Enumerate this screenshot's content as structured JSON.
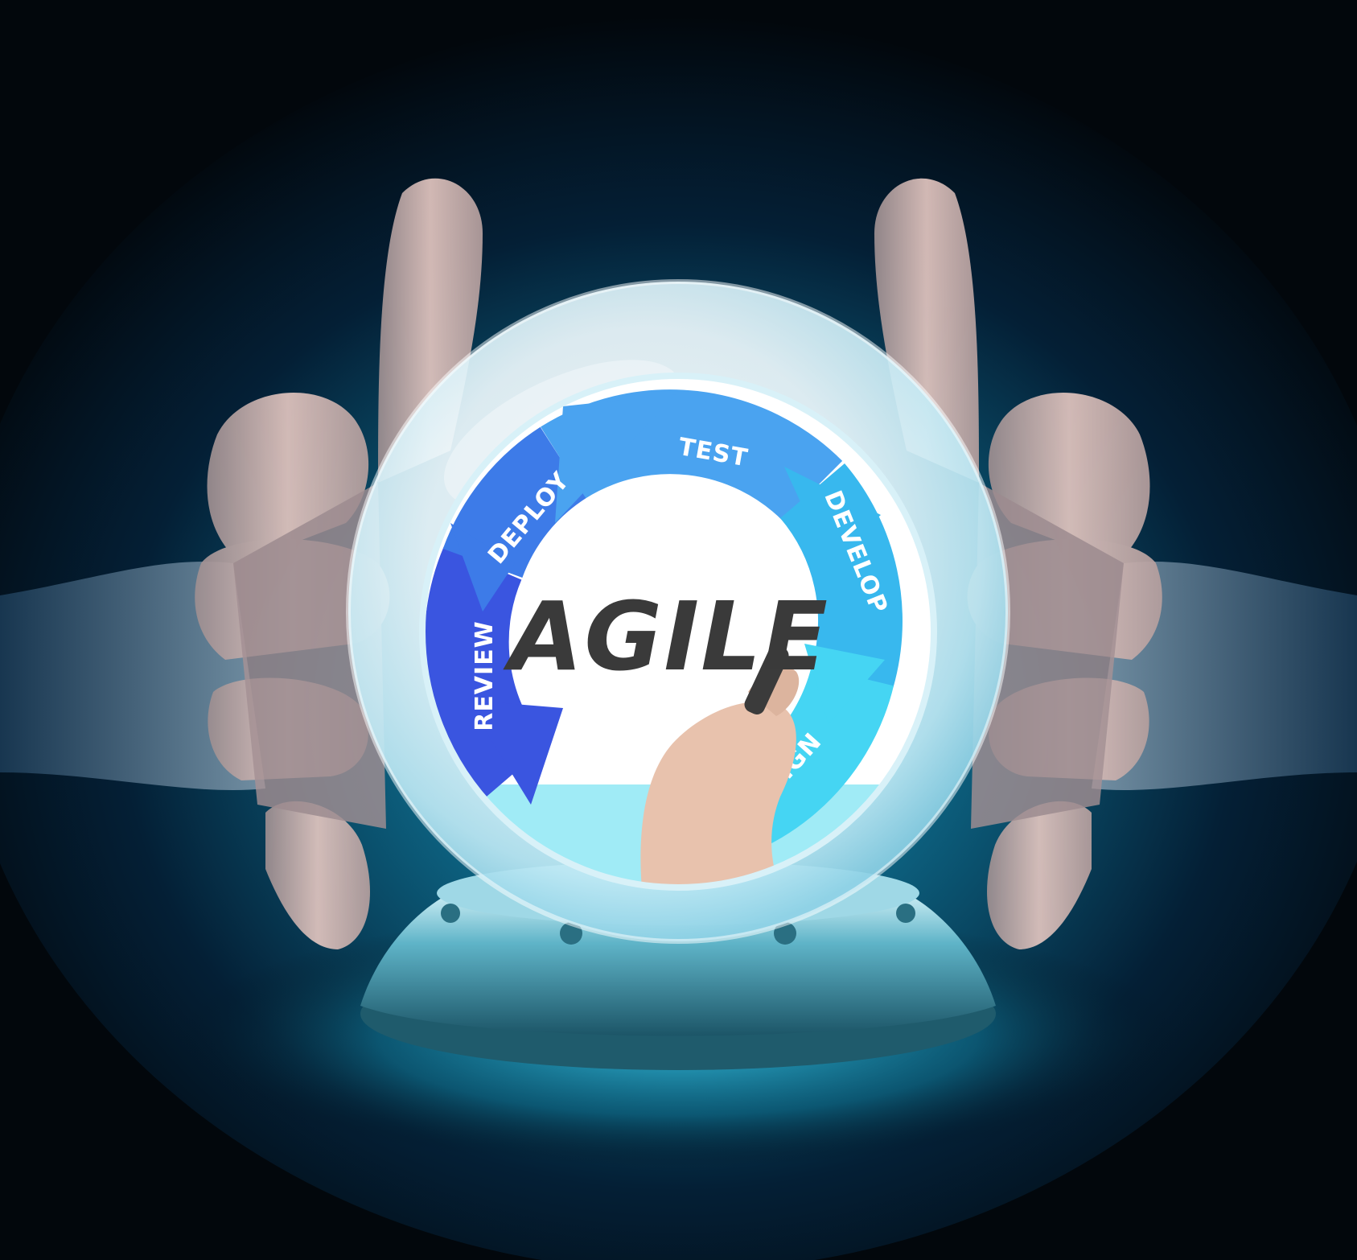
{
  "scene": {
    "title": "AGILE",
    "stages": [
      {
        "label": "TEST",
        "color": "#4aa3f0"
      },
      {
        "label": "DEVELOP",
        "color": "#38b8ee"
      },
      {
        "label": "DESIGN",
        "color": "#45d5f3"
      },
      {
        "label": "REVIEW",
        "color": "#3a55e0"
      },
      {
        "label": "DEPLOY",
        "color": "#3d7be8"
      }
    ],
    "colors": {
      "background": "#02070c",
      "glow": "#1ba5c9",
      "sphere": "#e6f6fb",
      "skin": "#d9b4ad",
      "base": "#3b8fa3",
      "title_text": "#3a3a3a"
    }
  }
}
